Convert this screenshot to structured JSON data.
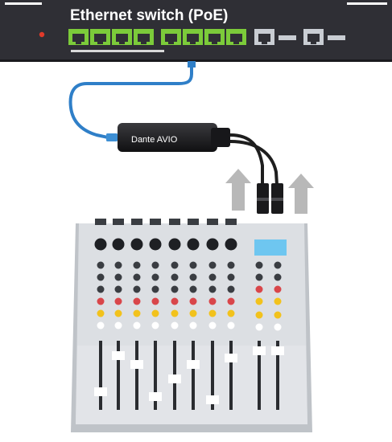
{
  "switch": {
    "title": "Ethernet switch (PoE)",
    "body_color": "#2f2f35",
    "port_color": "#7ccb3a",
    "uplink_port_color": "#c9cdd3"
  },
  "adapter": {
    "label": "Dante AVIO",
    "body_color": "#1b1b1d"
  },
  "cable": {
    "ethernet_color": "#2f7fc8",
    "audio_color": "#1e1e1e"
  },
  "arrows": {
    "color": "#b8b8b8"
  },
  "mixer": {
    "body_color": "#dcdfe3",
    "accent_color": "#6ec6f0",
    "channel_strips": 8,
    "stereo_strips": 2
  }
}
